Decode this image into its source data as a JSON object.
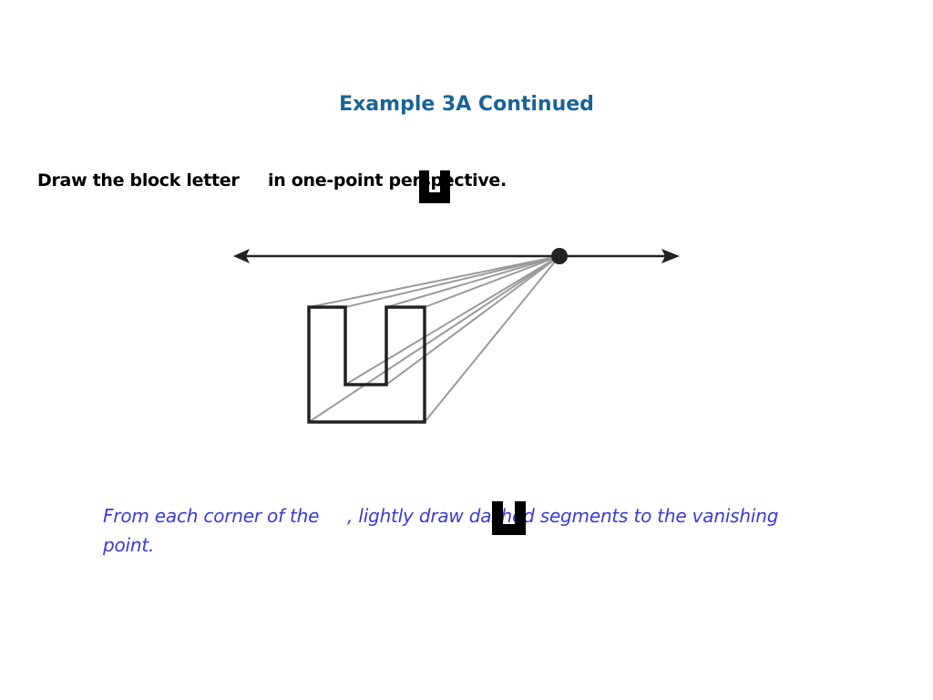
{
  "title": "Example 3A Continued",
  "instruction": {
    "before": "Draw the block letter",
    "after": "in one-point perspective."
  },
  "note": {
    "line1": "From each corner of the     , lightly draw dashed segments to the vanishing",
    "line2": "point."
  },
  "icons": {
    "inline_letter": "block-letter-u-icon",
    "vanishing_point": "vanishing-point-dot"
  },
  "colors": {
    "title": "#1a6496",
    "note": "#3b3bd6",
    "construction_lines": "#9a9a9a",
    "letter_outline": "#222222"
  }
}
